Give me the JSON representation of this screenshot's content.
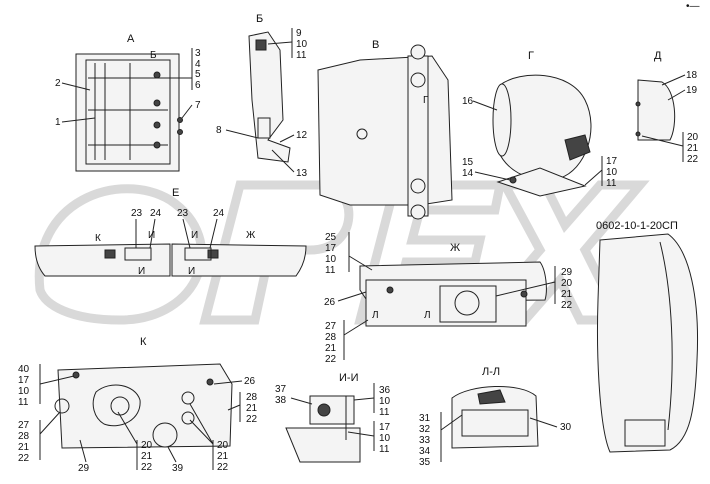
{
  "drawing_code": "0602-10-1-20СП",
  "corner_mark": "•—",
  "views": {
    "A": "А",
    "B": "Б",
    "V": "В",
    "G": "Г",
    "D": "Д",
    "E": "Е",
    "ZH": "Ж",
    "K": "К",
    "II": "И-И",
    "LL": "Л-Л"
  },
  "section_marks": {
    "b_on_a": "Б",
    "g_on_v": "Г",
    "k_on_e": "К",
    "i1": "И",
    "i2": "И",
    "i3": "И",
    "i4": "И",
    "zh_on_e": "Ж",
    "zh_label": "Ж",
    "l1": "Л",
    "l2": "Л"
  },
  "callouts_a": {
    "c1": "1",
    "c2": "2",
    "c3": "3",
    "c4": "4",
    "c5": "5",
    "c6": "6",
    "c7": "7"
  },
  "callouts_b": {
    "c9": "9",
    "c10": "10",
    "c11": "11",
    "c8": "8",
    "c12": "12",
    "c13": "13"
  },
  "callouts_g": {
    "c16": "16",
    "c15": "15",
    "c14": "14",
    "c17": "17",
    "c10": "10",
    "c11": "11"
  },
  "callouts_d": {
    "c18": "18",
    "c19": "19",
    "c20": "20",
    "c21": "21",
    "c22": "22"
  },
  "callouts_e": {
    "c23a": "23",
    "c24a": "24",
    "c23b": "23",
    "c24b": "24"
  },
  "callouts_zh": {
    "c25": "25",
    "c17": "17",
    "c10": "10",
    "c11": "11",
    "c29": "29",
    "c20": "20",
    "c21": "21",
    "c22": "22",
    "c26": "26",
    "c27": "27",
    "c28": "28",
    "c21b": "21",
    "c22b": "22"
  },
  "callouts_k": {
    "c40": "40",
    "c17": "17",
    "c10": "10",
    "c11": "11",
    "c27": "27",
    "c28": "28",
    "c21": "21",
    "c22": "22",
    "c26": "26",
    "c28b": "28",
    "c21b": "21",
    "c22b": "22",
    "c29": "29",
    "c20": "20",
    "c21c": "21",
    "c22c": "22",
    "c39": "39",
    "c20b": "20",
    "c21d": "21",
    "c22d": "22"
  },
  "callouts_ii": {
    "c37": "37",
    "c38": "38",
    "c36": "36",
    "c10": "10",
    "c11": "11",
    "c17": "17",
    "c10b": "10",
    "c11b": "11"
  },
  "callouts_ll": {
    "c31": "31",
    "c32": "32",
    "c33": "33",
    "c34": "34",
    "c35": "35",
    "c30": "30"
  },
  "watermark_text": "OPEX"
}
